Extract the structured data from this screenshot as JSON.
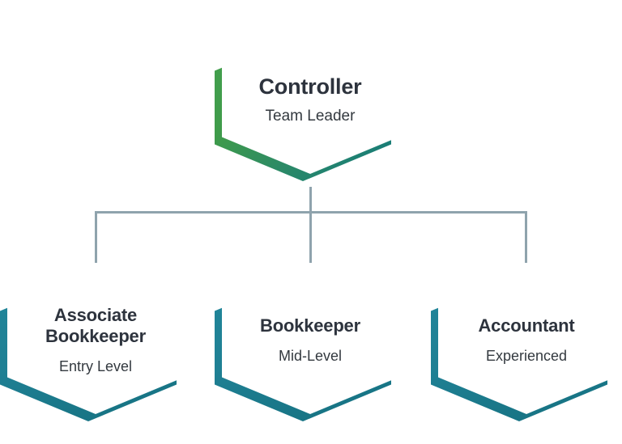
{
  "chart_data": {
    "type": "diagram",
    "diagram_type": "organizational-chart",
    "title": "",
    "node_shape": "hexagon",
    "background_color": "#ffffff",
    "connector_color": "#8fa3ad",
    "title_text_color": "#2d333d",
    "subtitle_text_color": "#33393f",
    "root": {
      "id": "controller",
      "title": "Controller",
      "subtitle": "Team Leader",
      "accent_color_start": "#3f9b4a",
      "accent_color_end": "#12787e"
    },
    "children": [
      {
        "id": "associate-bookkeeper",
        "title": "Associate Bookkeeper",
        "subtitle": "Entry Level",
        "accent_color_start": "#1f8094",
        "accent_color_end": "#15707f"
      },
      {
        "id": "bookkeeper",
        "title": "Bookkeeper",
        "subtitle": "Mid-Level",
        "accent_color_start": "#1f8094",
        "accent_color_end": "#15707f"
      },
      {
        "id": "accountant",
        "title": "Accountant",
        "subtitle": "Experienced",
        "accent_color_start": "#1f8094",
        "accent_color_end": "#15707f"
      }
    ],
    "edges": [
      {
        "from": "controller",
        "to": "associate-bookkeeper"
      },
      {
        "from": "controller",
        "to": "bookkeeper"
      },
      {
        "from": "controller",
        "to": "accountant"
      }
    ]
  },
  "nodes": {
    "root": {
      "title": "Controller",
      "subtitle": "Team Leader"
    },
    "children": [
      {
        "title": "Associate Bookkeeper",
        "subtitle": "Entry Level"
      },
      {
        "title": "Bookkeeper",
        "subtitle": "Mid-Level"
      },
      {
        "title": "Accountant",
        "subtitle": "Experienced"
      }
    ]
  },
  "colors": {
    "background": "#ffffff",
    "connector": "#8fa3ad",
    "root_accent_start": "#3f9b4a",
    "root_accent_end": "#12787e",
    "child_accent_start": "#1f8094",
    "child_accent_end": "#15707f",
    "title_text": "#2d333d",
    "subtitle_text": "#33393f"
  }
}
